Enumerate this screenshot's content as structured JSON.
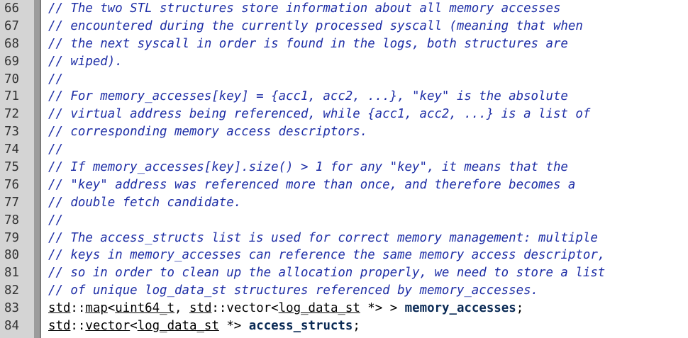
{
  "editor": {
    "lines": [
      {
        "num": "66",
        "text": "// The two STL structures store information about all memory accesses"
      },
      {
        "num": "67",
        "text": "// encountered during the currently processed syscall (meaning that when"
      },
      {
        "num": "68",
        "text": "// the next syscall in order is found in the logs, both structures are"
      },
      {
        "num": "69",
        "text": "// wiped)."
      },
      {
        "num": "70",
        "text": "//"
      },
      {
        "num": "71",
        "text": "// For memory_accesses[key] = {acc1, acc2, ...}, \"key\" is the absolute"
      },
      {
        "num": "72",
        "text": "// virtual address being referenced, while {acc1, acc2, ...} is a list of"
      },
      {
        "num": "73",
        "text": "// corresponding memory access descriptors."
      },
      {
        "num": "74",
        "text": "//"
      },
      {
        "num": "75",
        "text": "// If memory_accesses[key].size() > 1 for any \"key\", it means that the"
      },
      {
        "num": "76",
        "text": "// \"key\" address was referenced more than once, and therefore becomes a"
      },
      {
        "num": "77",
        "text": "// double fetch candidate."
      },
      {
        "num": "78",
        "text": "//"
      },
      {
        "num": "79",
        "text": "// The access_structs list is used for correct memory management: multiple"
      },
      {
        "num": "80",
        "text": "// keys in memory_accesses can reference the same memory access descriptor,"
      },
      {
        "num": "81",
        "text": "// so in order to clean up the allocation properly, we need to store a list"
      },
      {
        "num": "82",
        "text": "// of unique log_data_st structures referenced by memory_accesses."
      }
    ],
    "code_lines": [
      {
        "num": "83",
        "tokens": {
          "t1": "std",
          "t2": "::",
          "t3": "map",
          "t4": "<",
          "t5": "uint64_t",
          "t6": ", ",
          "t7": "std",
          "t8": "::vector<",
          "t9": "log_data_st",
          "t10": " *> > ",
          "t11": "memory_accesses",
          "t12": ";"
        }
      },
      {
        "num": "84",
        "tokens": {
          "t1": "std",
          "t2": "::",
          "t3": "vector",
          "t4": "<",
          "t5": "log_data_st",
          "t6": " *> ",
          "t7": "access_structs",
          "t8": ";"
        }
      }
    ]
  },
  "colors": {
    "comment": "#1e2ea6",
    "gutter": "#d4d4d4",
    "gutter_bar": "#9c9c9c",
    "identifier": "#0a2a55"
  }
}
